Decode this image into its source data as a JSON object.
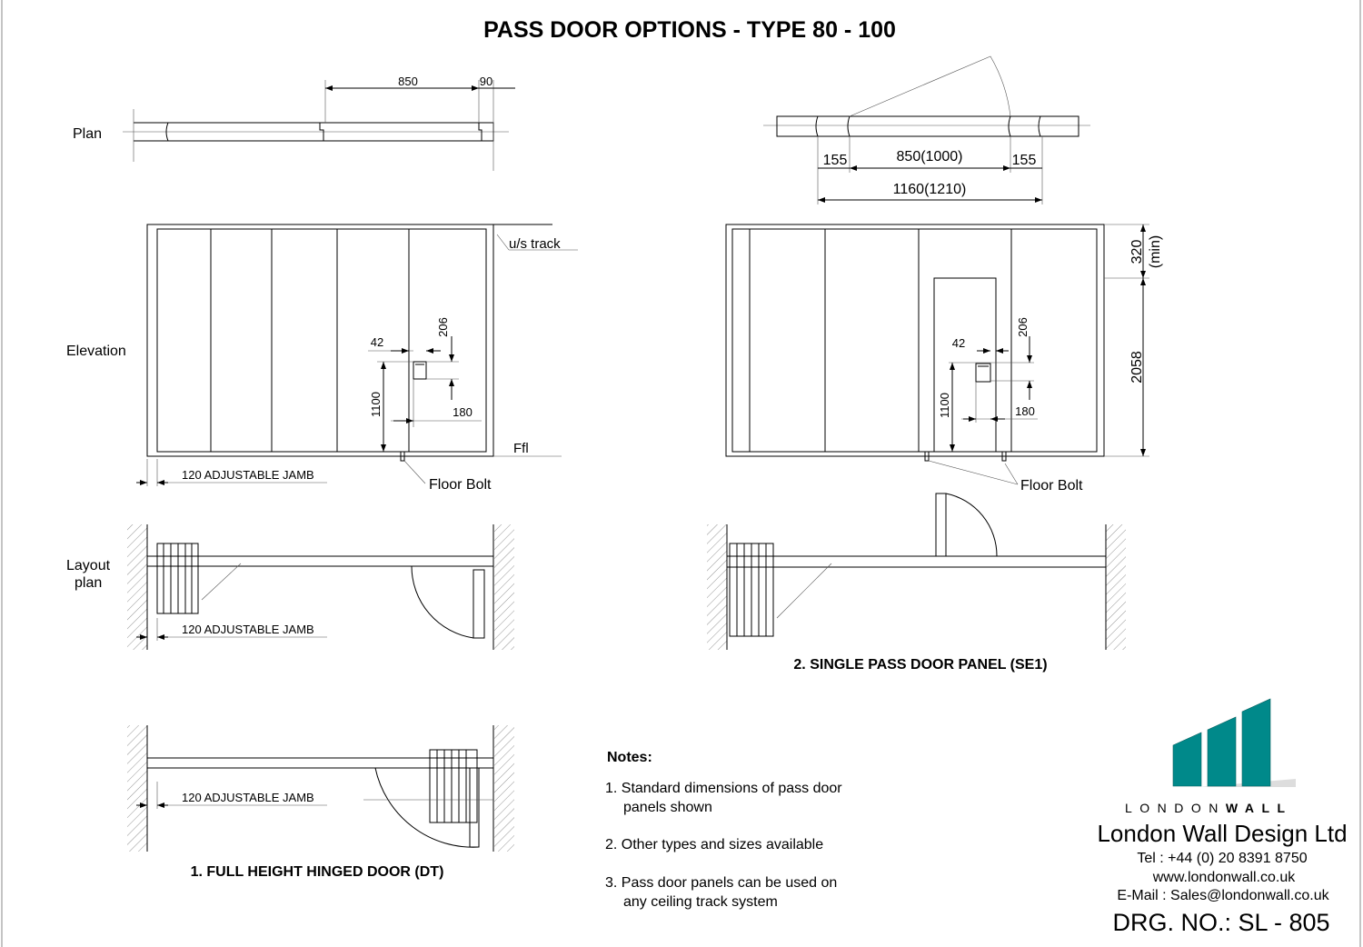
{
  "title": "PASS DOOR OPTIONS - TYPE 80 - 100",
  "row_labels": {
    "plan": "Plan",
    "elevation": "Elevation",
    "layout_plan_1": "Layout",
    "layout_plan_2": "plan"
  },
  "option1": {
    "plan_dims": {
      "opening": "850",
      "jamb": "90"
    },
    "us_track": "u/s track",
    "ffl": "Ffl",
    "dims": {
      "d42": "42",
      "d206": "206",
      "d1100": "1100",
      "d180": "180"
    },
    "floor_bolt": "Floor Bolt",
    "jamb_label": "120 ADJUSTABLE JAMB",
    "caption": "1. FULL HEIGHT HINGED DOOR (DT)"
  },
  "option2": {
    "plan_dims": {
      "side_left": "155",
      "opening": "850(1000)",
      "side_right": "155",
      "overall": "1160(1210)"
    },
    "dims": {
      "d42": "42",
      "d206": "206",
      "d1100": "1100",
      "d180": "180",
      "d320": "320",
      "min": "(min)",
      "d2058": "2058"
    },
    "floor_bolt": "Floor Bolt",
    "caption": "2. SINGLE PASS DOOR PANEL (SE1)"
  },
  "notes": {
    "heading": "Notes:",
    "items": [
      {
        "line1": "1. Standard dimensions of pass door",
        "line2": "panels shown"
      },
      {
        "line1": "2. Other types and sizes available",
        "line2": ""
      },
      {
        "line1": "3. Pass door panels can be used on",
        "line2": "any ceiling track system"
      }
    ]
  },
  "company": {
    "logo_text_light": "LONDON",
    "logo_text_bold": "WALL",
    "name": "London Wall Design Ltd",
    "tel": "Tel : +44 (0) 20 8391 8750",
    "web": "www.londonwall.co.uk",
    "email": "E-Mail : Sales@londonwall.co.uk",
    "drawing_no": "DRG. NO.: SL - 805",
    "brand_color": "#00898a"
  }
}
